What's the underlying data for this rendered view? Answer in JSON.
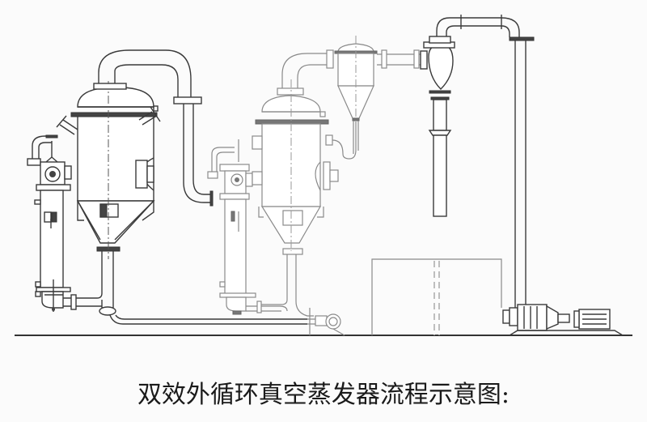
{
  "diagram": {
    "title": "双效外循环真空蒸发器流程示意图:",
    "components": [
      {
        "id": "first-effect-heater",
        "label": ""
      },
      {
        "id": "first-effect-evaporator",
        "label": ""
      },
      {
        "id": "second-effect-heater",
        "label": ""
      },
      {
        "id": "second-effect-evaporator",
        "label": ""
      },
      {
        "id": "separator",
        "label": ""
      },
      {
        "id": "condenser",
        "label": ""
      },
      {
        "id": "water-tank",
        "label": ""
      },
      {
        "id": "vacuum-pump",
        "label": ""
      },
      {
        "id": "transfer-pump",
        "label": ""
      }
    ],
    "colors": {
      "line": "#3a3a3a",
      "faint_line": "#8a8a8a",
      "background": "#fbfbfb"
    }
  }
}
